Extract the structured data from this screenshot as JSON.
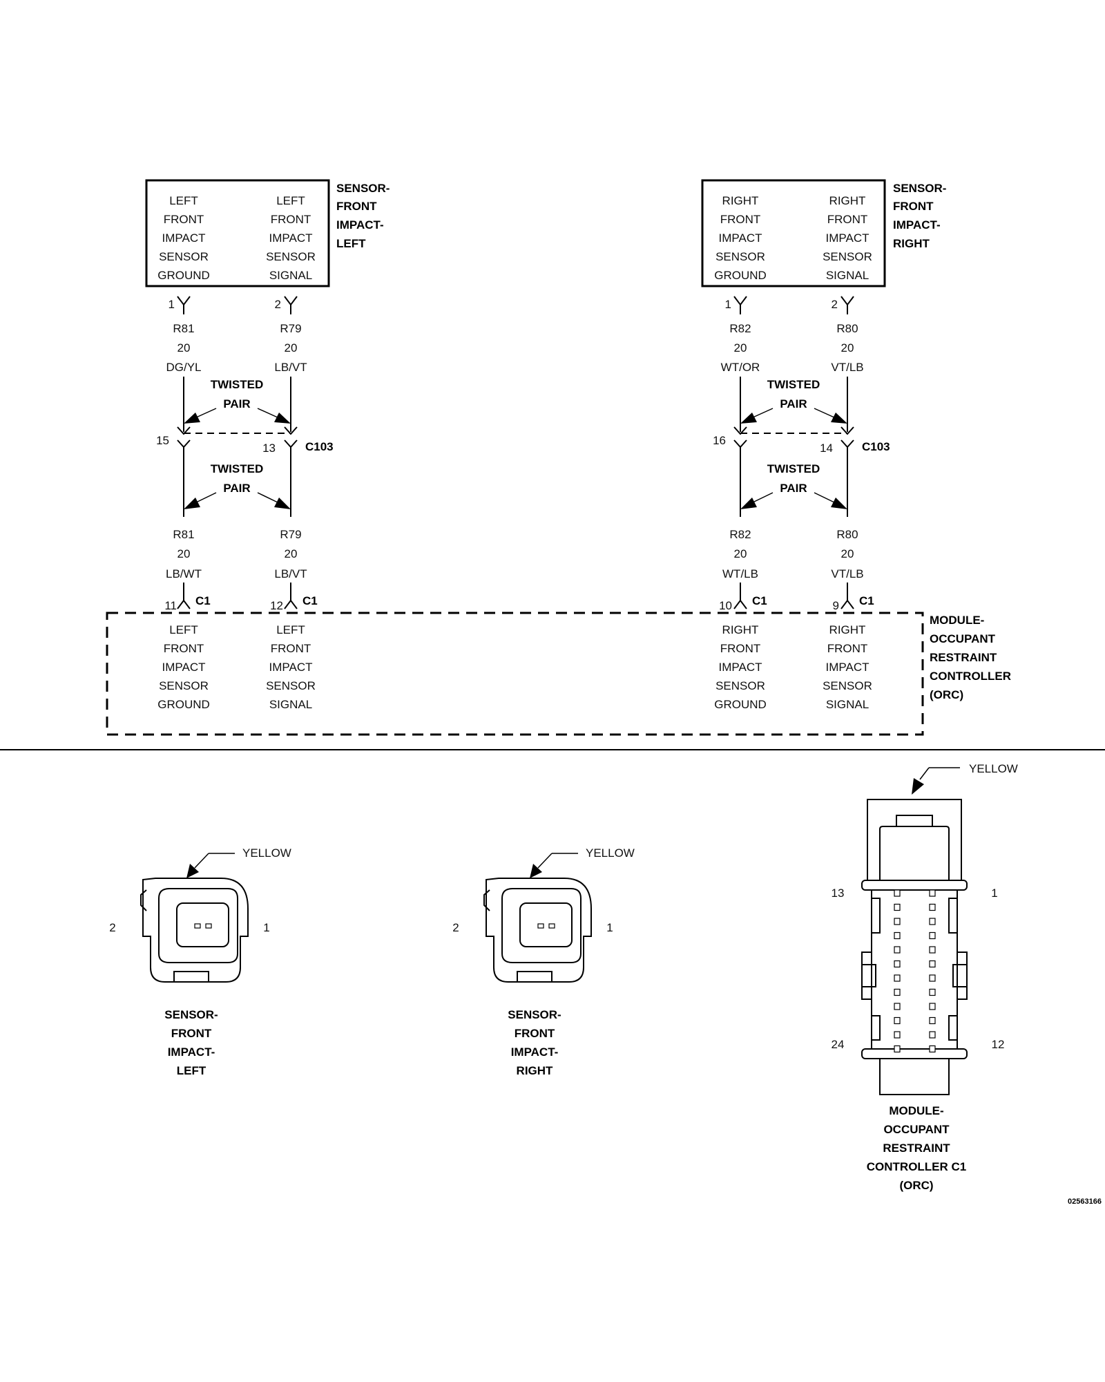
{
  "sensor_left": {
    "title": [
      "SENSOR-",
      "FRONT",
      "IMPACT-",
      "LEFT"
    ],
    "pin1_function": [
      "LEFT",
      "FRONT",
      "IMPACT",
      "SENSOR",
      "GROUND"
    ],
    "pin2_function": [
      "LEFT",
      "FRONT",
      "IMPACT",
      "SENSOR",
      "SIGNAL"
    ],
    "pin1": "1",
    "pin2": "2"
  },
  "sensor_right": {
    "title": [
      "SENSOR-",
      "FRONT",
      "IMPACT-",
      "RIGHT"
    ],
    "pin1_function": [
      "RIGHT",
      "FRONT",
      "IMPACT",
      "SENSOR",
      "GROUND"
    ],
    "pin2_function": [
      "RIGHT",
      "FRONT",
      "IMPACT",
      "SENSOR",
      "SIGNAL"
    ],
    "pin1": "1",
    "pin2": "2"
  },
  "wires_upper": {
    "left_ground": [
      "R81",
      "20",
      "DG/YL"
    ],
    "left_signal": [
      "R79",
      "20",
      "LB/VT"
    ],
    "right_ground": [
      "R82",
      "20",
      "WT/OR"
    ],
    "right_signal": [
      "R80",
      "20",
      "VT/LB"
    ]
  },
  "wires_lower": {
    "left_ground": [
      "R81",
      "20",
      "LB/WT"
    ],
    "left_signal": [
      "R79",
      "20",
      "LB/VT"
    ],
    "right_ground": [
      "R82",
      "20",
      "WT/LB"
    ],
    "right_signal": [
      "R80",
      "20",
      "VT/LB"
    ]
  },
  "twisted_pair": [
    "TWISTED",
    "PAIR"
  ],
  "c103": {
    "label": "C103",
    "left_ground_pin": "15",
    "left_signal_pin": "13",
    "right_ground_pin": "16",
    "right_signal_pin": "14"
  },
  "c1": {
    "label": "C1",
    "left_ground_pin": "11",
    "left_signal_pin": "12",
    "right_ground_pin": "10",
    "right_signal_pin": "9"
  },
  "module": {
    "title": [
      "MODULE-",
      "OCCUPANT",
      "RESTRAINT",
      "CONTROLLER",
      "(ORC)"
    ],
    "left_ground_function": [
      "LEFT",
      "FRONT",
      "IMPACT",
      "SENSOR",
      "GROUND"
    ],
    "left_signal_function": [
      "LEFT",
      "FRONT",
      "IMPACT",
      "SENSOR",
      "SIGNAL"
    ],
    "right_ground_function": [
      "RIGHT",
      "FRONT",
      "IMPACT",
      "SENSOR",
      "GROUND"
    ],
    "right_signal_function": [
      "RIGHT",
      "FRONT",
      "IMPACT",
      "SENSOR",
      "SIGNAL"
    ]
  },
  "connector_views": {
    "left_sensor": {
      "color": "YELLOW",
      "pin_left": "2",
      "pin_right": "1",
      "title": [
        "SENSOR-",
        "FRONT",
        "IMPACT-",
        "LEFT"
      ]
    },
    "right_sensor": {
      "color": "YELLOW",
      "pin_left": "2",
      "pin_right": "1",
      "title": [
        "SENSOR-",
        "FRONT",
        "IMPACT-",
        "RIGHT"
      ]
    },
    "orc_c1": {
      "color": "YELLOW",
      "pin_top_left": "13",
      "pin_top_right": "1",
      "pin_bottom_left": "24",
      "pin_bottom_right": "12",
      "title": [
        "MODULE-",
        "OCCUPANT",
        "RESTRAINT",
        "CONTROLLER C1",
        "(ORC)"
      ]
    }
  },
  "figure_id": "02563166"
}
